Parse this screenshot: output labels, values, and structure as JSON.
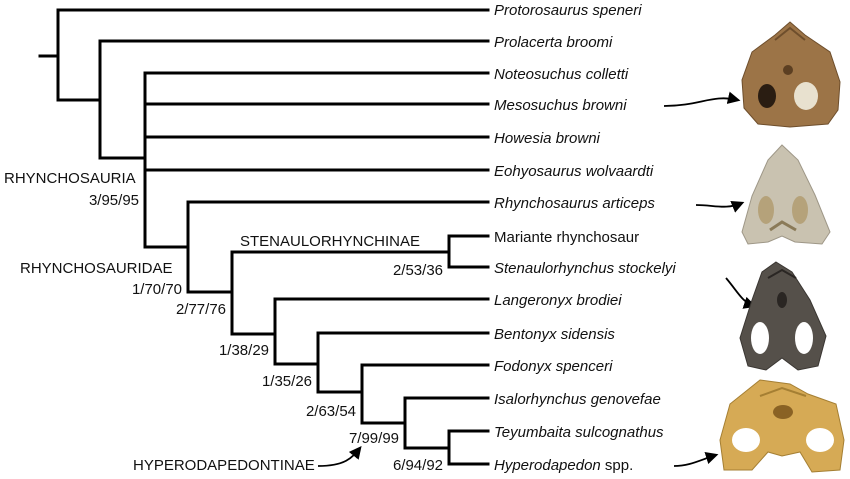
{
  "taxa": {
    "t1": {
      "label": "Protorosaurus speneri",
      "italic": true
    },
    "t2": {
      "label": "Prolacerta broomi",
      "italic": true
    },
    "t3": {
      "label": "Noteosuchus colletti",
      "italic": true
    },
    "t4": {
      "label": "Mesosuchus browni",
      "italic": true
    },
    "t5": {
      "label": "Howesia browni",
      "italic": true
    },
    "t6": {
      "label": "Eohyosaurus wolvaardti",
      "italic": true
    },
    "t7": {
      "label": "Rhynchosaurus articeps",
      "italic": true
    },
    "t8": {
      "label": "Mariante rhynchosaur",
      "italic": false
    },
    "t9": {
      "label": "Stenaulorhynchus stockelyi",
      "italic": true
    },
    "t10": {
      "label": "Langeronyx brodiei",
      "italic": true
    },
    "t11": {
      "label": "Bentonyx sidensis",
      "italic": true
    },
    "t12": {
      "label": "Fodonyx spenceri",
      "italic": true
    },
    "t13": {
      "label": "Isalorhynchus genovefae",
      "italic": true
    },
    "t14": {
      "label": "Teyumbaita sulcognathus",
      "italic": true
    },
    "t15a": {
      "label": "Hyperodapedon",
      "italic": true
    },
    "t15b": {
      "label": " spp.",
      "italic": false
    }
  },
  "clades": {
    "rhynchosauria": "RHYNCHOSAURIA",
    "rhynchosauridae": "RHYNCHOSAURIDAE",
    "stenaulorhynchinae": "STENAULORHYNCHINAE",
    "hyperodapedontinae": "HYPERODAPEDONTINAE"
  },
  "support": {
    "rhynchosauria": "3/95/95",
    "rhynchosauridae": "1/70/70",
    "n_277": "2/77/76",
    "stenaulorhynchinae": "2/53/36",
    "n_138": "1/38/29",
    "n_135": "1/35/26",
    "n_263": "2/63/54",
    "hyperodapedontinae": "7/99/99",
    "n_694": "6/94/92"
  },
  "skull_images": [
    {
      "name": "mesosuchus-skull",
      "taxon": "Mesosuchus browni",
      "color": "#9c7447"
    },
    {
      "name": "rhynchosaurus-skull",
      "taxon": "Rhynchosaurus articeps",
      "color": "#c9c2b0"
    },
    {
      "name": "stenaulorhynchus-skull",
      "taxon": "Stenaulorhynchus stockelyi",
      "color": "#55504a"
    },
    {
      "name": "hyperodapedon-skull",
      "taxon": "Hyperodapedon spp.",
      "color": "#d6aa55"
    }
  ]
}
